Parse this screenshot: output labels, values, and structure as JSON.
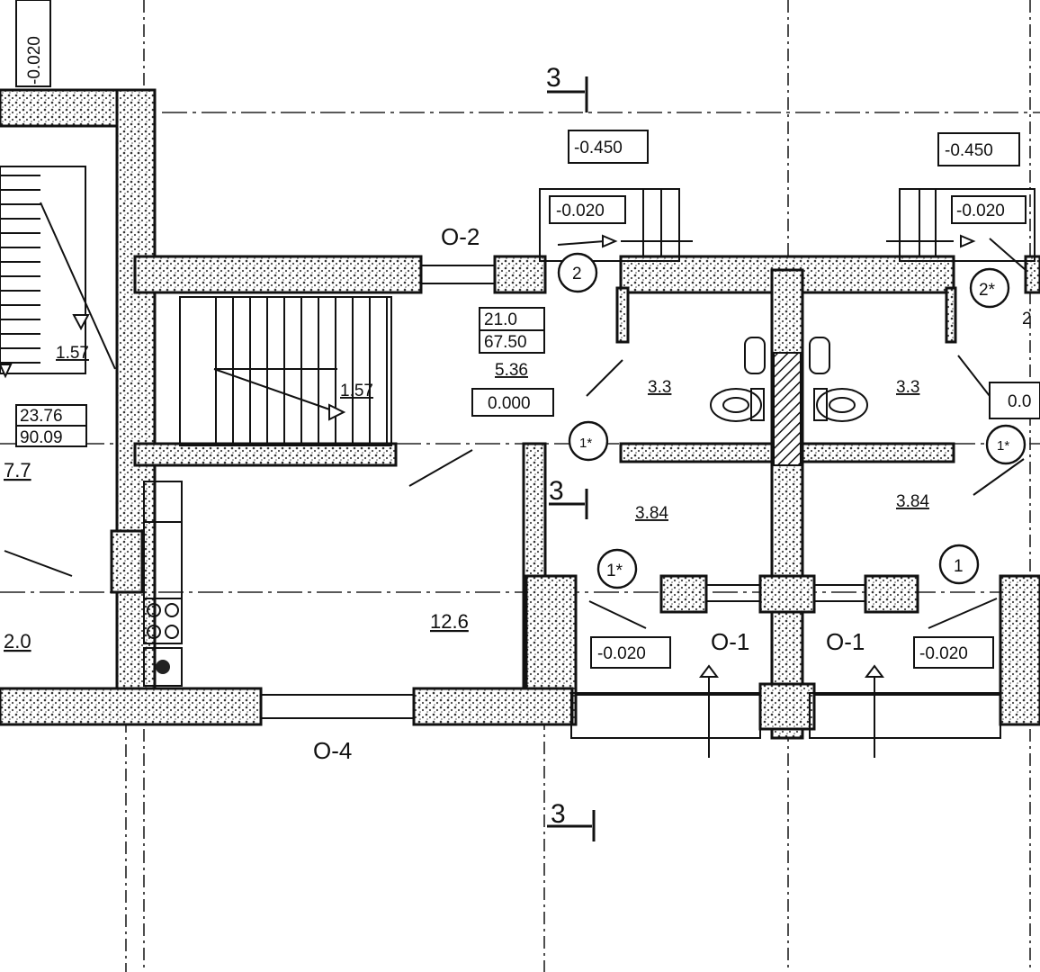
{
  "section_marks": {
    "top": "3",
    "middle": "3",
    "bottom": "3"
  },
  "levels": {
    "corner": "-0.020",
    "entry_left": "-0.450",
    "entry_right": "-0.450",
    "step_left": "-0.020",
    "step_right": "-0.020",
    "floor_hall": "0.000",
    "floor_right_partial": "0.0",
    "porch_left": "-0.020",
    "porch_right": "-0.020"
  },
  "openings": {
    "o2": "O-2",
    "o4": "O-4",
    "o1_left": "O-1",
    "o1_right": "O-1"
  },
  "door_marks": {
    "d2_left": "2",
    "d2_right": "2*",
    "d1star_hall": "1*",
    "d1star_right": "1*",
    "d1star_vest": "1*",
    "d1_right": "1"
  },
  "areas": {
    "left_stair": "1.57",
    "left_block_a": "23.76",
    "left_block_b": "90.09",
    "left_room": "7.7",
    "left_bottom": "2.0",
    "stair": "1.57",
    "hall_total_a": "21.0",
    "hall_total_b": "67.50",
    "hall": "5.36",
    "kitchen": "12.6",
    "bath_left": "3.3",
    "bath_right": "3.3",
    "vest_left": "3.84",
    "vest_right": "3.84",
    "right_partial": "2"
  }
}
